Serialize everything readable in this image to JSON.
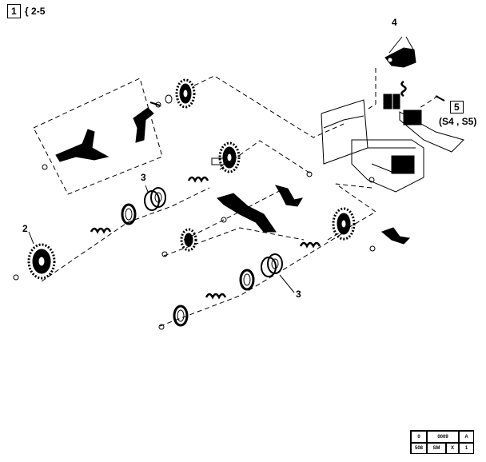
{
  "header": {
    "ref_box": "1",
    "ref_text": "{ 2-5"
  },
  "callouts": {
    "c2": "2",
    "c3a": "3",
    "c3b": "3",
    "c4": "4",
    "c5": "5",
    "c5_sub": "(S4 , S5)"
  },
  "title_block": {
    "r1c1": "0",
    "r1c2": "0009",
    "r1c3": "A",
    "r2c1": "508",
    "r2c2": "SM",
    "r2c3": "X",
    "r2c4": "1"
  }
}
